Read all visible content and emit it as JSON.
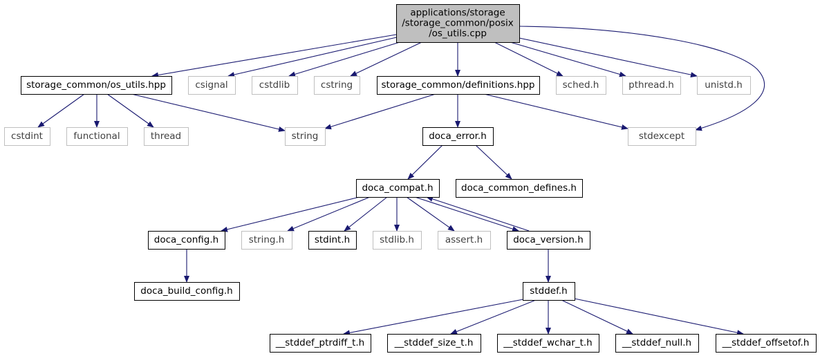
{
  "diagram": {
    "type": "include-dependency-graph",
    "colors": {
      "edge": "#191970",
      "root_fill": "#bfbfbf",
      "root_border": "#000000",
      "documented_border": "#000000",
      "external_border": "#bfbfbf",
      "external_text": "#404040",
      "text": "#000000"
    },
    "nodes": [
      {
        "id": "root",
        "lines": [
          "applications/storage",
          "/storage_common/posix",
          "/os_utils.cpp"
        ],
        "kind": "root"
      },
      {
        "id": "os_utils_hpp",
        "lines": [
          "storage_common/os_utils.hpp"
        ],
        "kind": "documented"
      },
      {
        "id": "csignal",
        "lines": [
          "csignal"
        ],
        "kind": "external"
      },
      {
        "id": "cstdlib",
        "lines": [
          "cstdlib"
        ],
        "kind": "external"
      },
      {
        "id": "cstring",
        "lines": [
          "cstring"
        ],
        "kind": "external"
      },
      {
        "id": "definitions_hpp",
        "lines": [
          "storage_common/definitions.hpp"
        ],
        "kind": "documented"
      },
      {
        "id": "sched_h",
        "lines": [
          "sched.h"
        ],
        "kind": "external"
      },
      {
        "id": "pthread_h",
        "lines": [
          "pthread.h"
        ],
        "kind": "external"
      },
      {
        "id": "unistd_h",
        "lines": [
          "unistd.h"
        ],
        "kind": "external"
      },
      {
        "id": "cstdint",
        "lines": [
          "cstdint"
        ],
        "kind": "external"
      },
      {
        "id": "functional",
        "lines": [
          "functional"
        ],
        "kind": "external"
      },
      {
        "id": "thread",
        "lines": [
          "thread"
        ],
        "kind": "external"
      },
      {
        "id": "string",
        "lines": [
          "string"
        ],
        "kind": "external"
      },
      {
        "id": "doca_error_h",
        "lines": [
          "doca_error.h"
        ],
        "kind": "documented"
      },
      {
        "id": "stdexcept",
        "lines": [
          "stdexcept"
        ],
        "kind": "external"
      },
      {
        "id": "doca_compat_h",
        "lines": [
          "doca_compat.h"
        ],
        "kind": "documented"
      },
      {
        "id": "doca_common_defines_h",
        "lines": [
          "doca_common_defines.h"
        ],
        "kind": "documented"
      },
      {
        "id": "doca_config_h",
        "lines": [
          "doca_config.h"
        ],
        "kind": "documented"
      },
      {
        "id": "string_h",
        "lines": [
          "string.h"
        ],
        "kind": "external"
      },
      {
        "id": "stdint_h",
        "lines": [
          "stdint.h"
        ],
        "kind": "documented"
      },
      {
        "id": "stdlib_h",
        "lines": [
          "stdlib.h"
        ],
        "kind": "external"
      },
      {
        "id": "assert_h",
        "lines": [
          "assert.h"
        ],
        "kind": "external"
      },
      {
        "id": "doca_version_h",
        "lines": [
          "doca_version.h"
        ],
        "kind": "documented"
      },
      {
        "id": "doca_build_config_h",
        "lines": [
          "doca_build_config.h"
        ],
        "kind": "documented"
      },
      {
        "id": "stddef_h",
        "lines": [
          "stddef.h"
        ],
        "kind": "documented"
      },
      {
        "id": "ptrdiff",
        "lines": [
          "__stddef_ptrdiff_t.h"
        ],
        "kind": "documented"
      },
      {
        "id": "size_t",
        "lines": [
          "__stddef_size_t.h"
        ],
        "kind": "documented"
      },
      {
        "id": "wchar_t",
        "lines": [
          "__stddef_wchar_t.h"
        ],
        "kind": "documented"
      },
      {
        "id": "null",
        "lines": [
          "__stddef_null.h"
        ],
        "kind": "documented"
      },
      {
        "id": "offsetof",
        "lines": [
          "__stddef_offsetof.h"
        ],
        "kind": "documented"
      }
    ],
    "edges": [
      {
        "from": "root",
        "to": "os_utils_hpp"
      },
      {
        "from": "root",
        "to": "csignal"
      },
      {
        "from": "root",
        "to": "cstdlib"
      },
      {
        "from": "root",
        "to": "cstring"
      },
      {
        "from": "root",
        "to": "definitions_hpp"
      },
      {
        "from": "root",
        "to": "sched_h"
      },
      {
        "from": "root",
        "to": "pthread_h"
      },
      {
        "from": "root",
        "to": "unistd_h"
      },
      {
        "from": "root",
        "to": "stdexcept"
      },
      {
        "from": "os_utils_hpp",
        "to": "cstdint"
      },
      {
        "from": "os_utils_hpp",
        "to": "functional"
      },
      {
        "from": "os_utils_hpp",
        "to": "thread"
      },
      {
        "from": "os_utils_hpp",
        "to": "string"
      },
      {
        "from": "definitions_hpp",
        "to": "string"
      },
      {
        "from": "definitions_hpp",
        "to": "doca_error_h"
      },
      {
        "from": "definitions_hpp",
        "to": "stdexcept"
      },
      {
        "from": "doca_error_h",
        "to": "doca_compat_h"
      },
      {
        "from": "doca_error_h",
        "to": "doca_common_defines_h"
      },
      {
        "from": "doca_compat_h",
        "to": "doca_config_h"
      },
      {
        "from": "doca_compat_h",
        "to": "string_h"
      },
      {
        "from": "doca_compat_h",
        "to": "stdint_h"
      },
      {
        "from": "doca_compat_h",
        "to": "stdlib_h"
      },
      {
        "from": "doca_compat_h",
        "to": "assert_h"
      },
      {
        "from": "doca_compat_h",
        "to": "doca_version_h"
      },
      {
        "from": "doca_version_h",
        "to": "doca_compat_h"
      },
      {
        "from": "doca_config_h",
        "to": "doca_build_config_h"
      },
      {
        "from": "doca_version_h",
        "to": "stddef_h"
      },
      {
        "from": "stddef_h",
        "to": "ptrdiff"
      },
      {
        "from": "stddef_h",
        "to": "size_t"
      },
      {
        "from": "stddef_h",
        "to": "wchar_t"
      },
      {
        "from": "stddef_h",
        "to": "null"
      },
      {
        "from": "stddef_h",
        "to": "offsetof"
      }
    ]
  }
}
